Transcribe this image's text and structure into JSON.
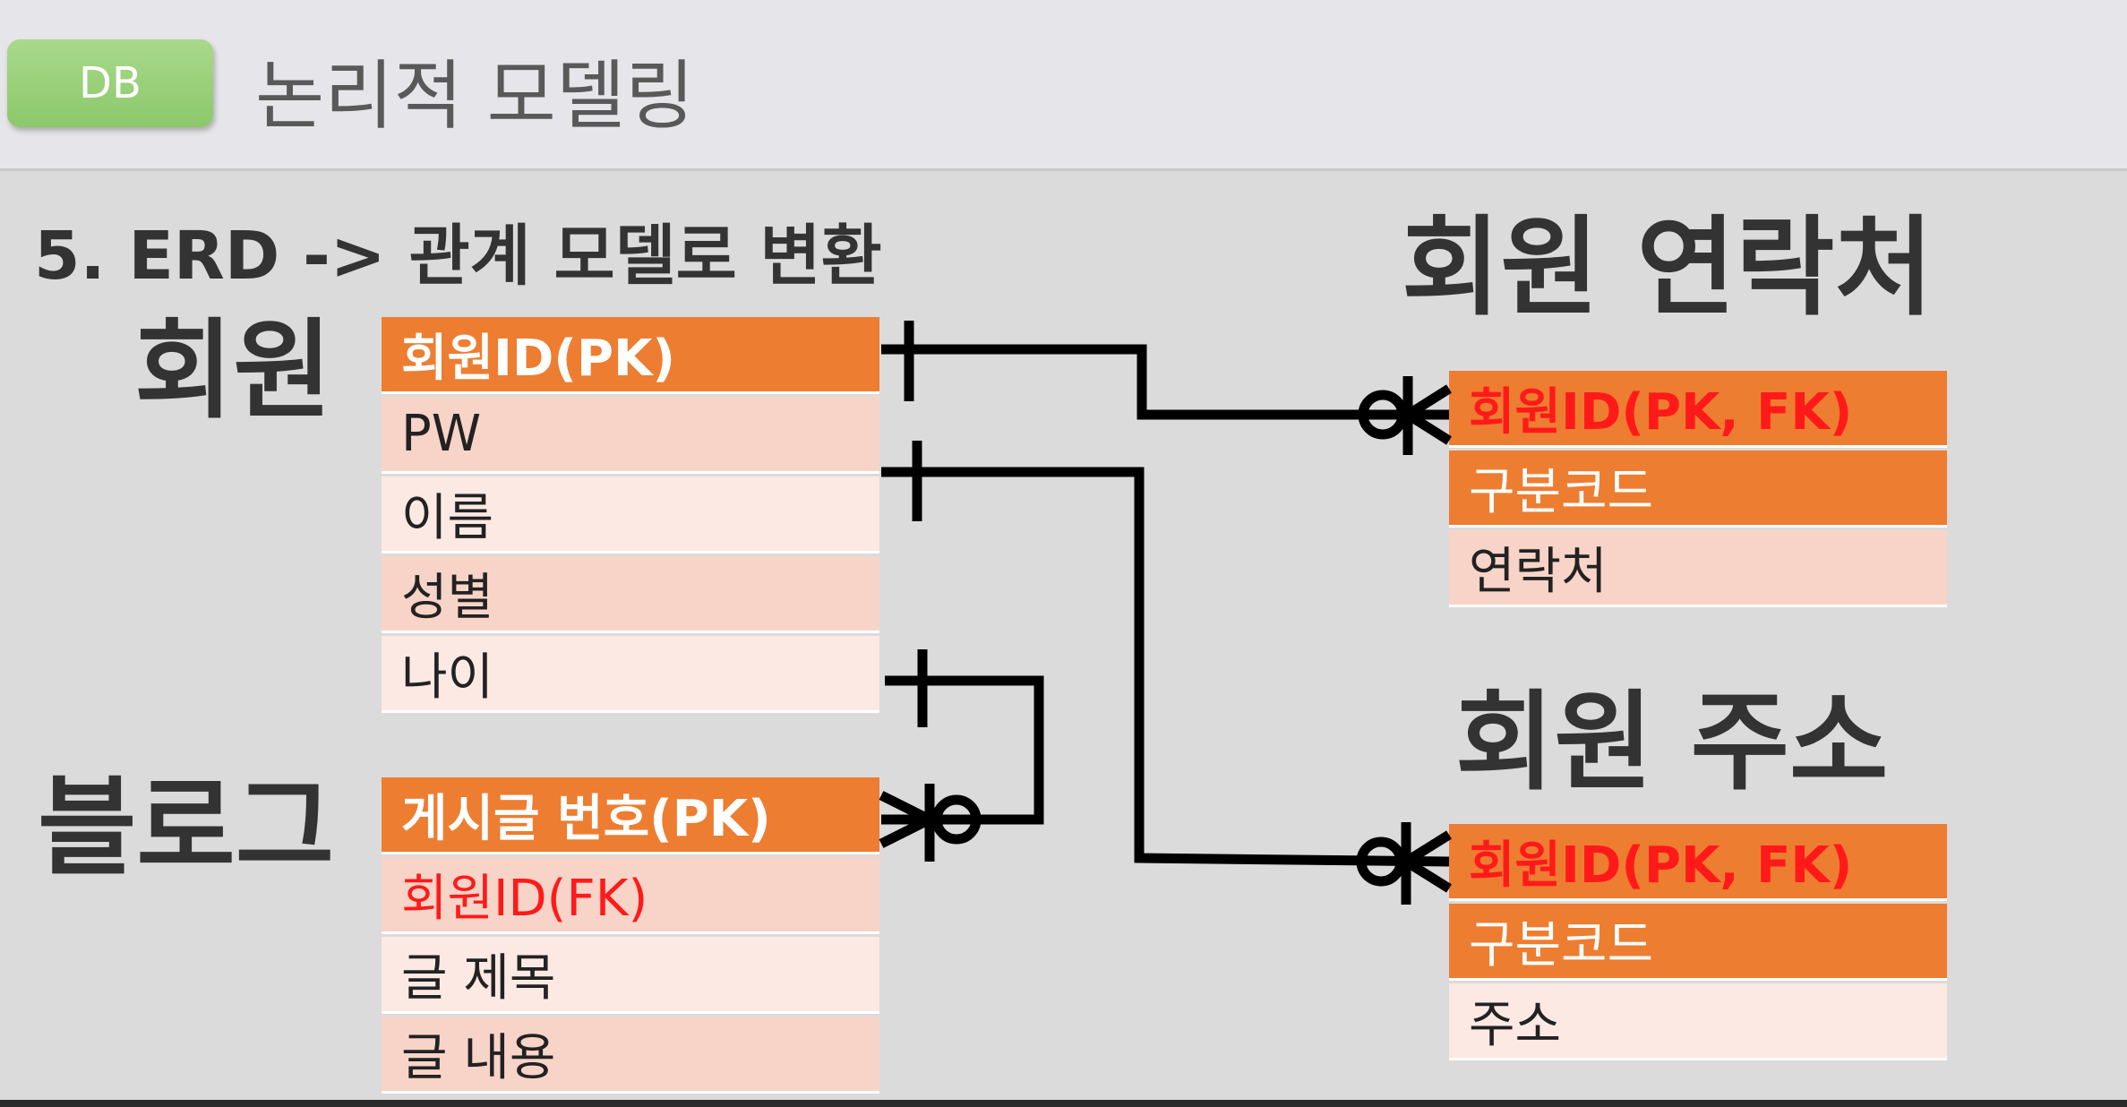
{
  "header": {
    "badge": "DB",
    "title": "논리적 모델링"
  },
  "slide": {
    "subtitle": "5. ERD -> 관계 모델로 변환"
  },
  "entities": {
    "member": {
      "title": "회원",
      "rows": [
        "회원ID(PK)",
        "PW",
        "이름",
        "성별",
        "나이"
      ]
    },
    "blog": {
      "title": "블로그",
      "rows": [
        "게시글 번호(PK)",
        "회원ID(FK)",
        "글 제목",
        "글 내용"
      ]
    },
    "contact": {
      "title": "회원 연락처",
      "rows": [
        "회원ID(PK, FK)",
        "구분코드",
        "연락처"
      ]
    },
    "address": {
      "title": "회원 주소",
      "rows": [
        "회원ID(PK, FK)",
        "구분코드",
        "주소"
      ]
    }
  },
  "colors": {
    "key_fill": "#ed7d31",
    "attr_fill_dark": "#f8d4c8",
    "attr_fill_light": "#fce9e4",
    "fk_text": "#ff1a1a",
    "badge": "#8cc86b",
    "line": "#000000"
  },
  "relationships": [
    {
      "from": "회원",
      "to": "회원 연락처",
      "from_end": "one",
      "to_end": "zero-or-many"
    },
    {
      "from": "회원",
      "to": "회원 주소",
      "from_end": "one",
      "to_end": "zero-or-many"
    },
    {
      "from": "회원",
      "to": "블로그",
      "from_end": "one",
      "to_end": "zero-or-many"
    }
  ]
}
